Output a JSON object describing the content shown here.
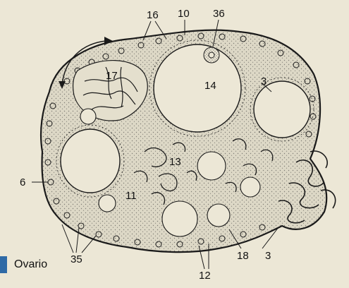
{
  "figure": {
    "caption": "Ovario",
    "accent_color": "#2f6aa6",
    "labels": [
      {
        "id": "l16",
        "text": "16"
      },
      {
        "id": "l10",
        "text": "10"
      },
      {
        "id": "l36",
        "text": "36"
      },
      {
        "id": "l17",
        "text": "17"
      },
      {
        "id": "l14",
        "text": "14"
      },
      {
        "id": "l3a",
        "text": "3"
      },
      {
        "id": "l13",
        "text": "13"
      },
      {
        "id": "l6",
        "text": "6"
      },
      {
        "id": "l11",
        "text": "11"
      },
      {
        "id": "l35",
        "text": "35"
      },
      {
        "id": "l18",
        "text": "18"
      },
      {
        "id": "l3b",
        "text": "3"
      },
      {
        "id": "l12",
        "text": "12"
      }
    ]
  }
}
